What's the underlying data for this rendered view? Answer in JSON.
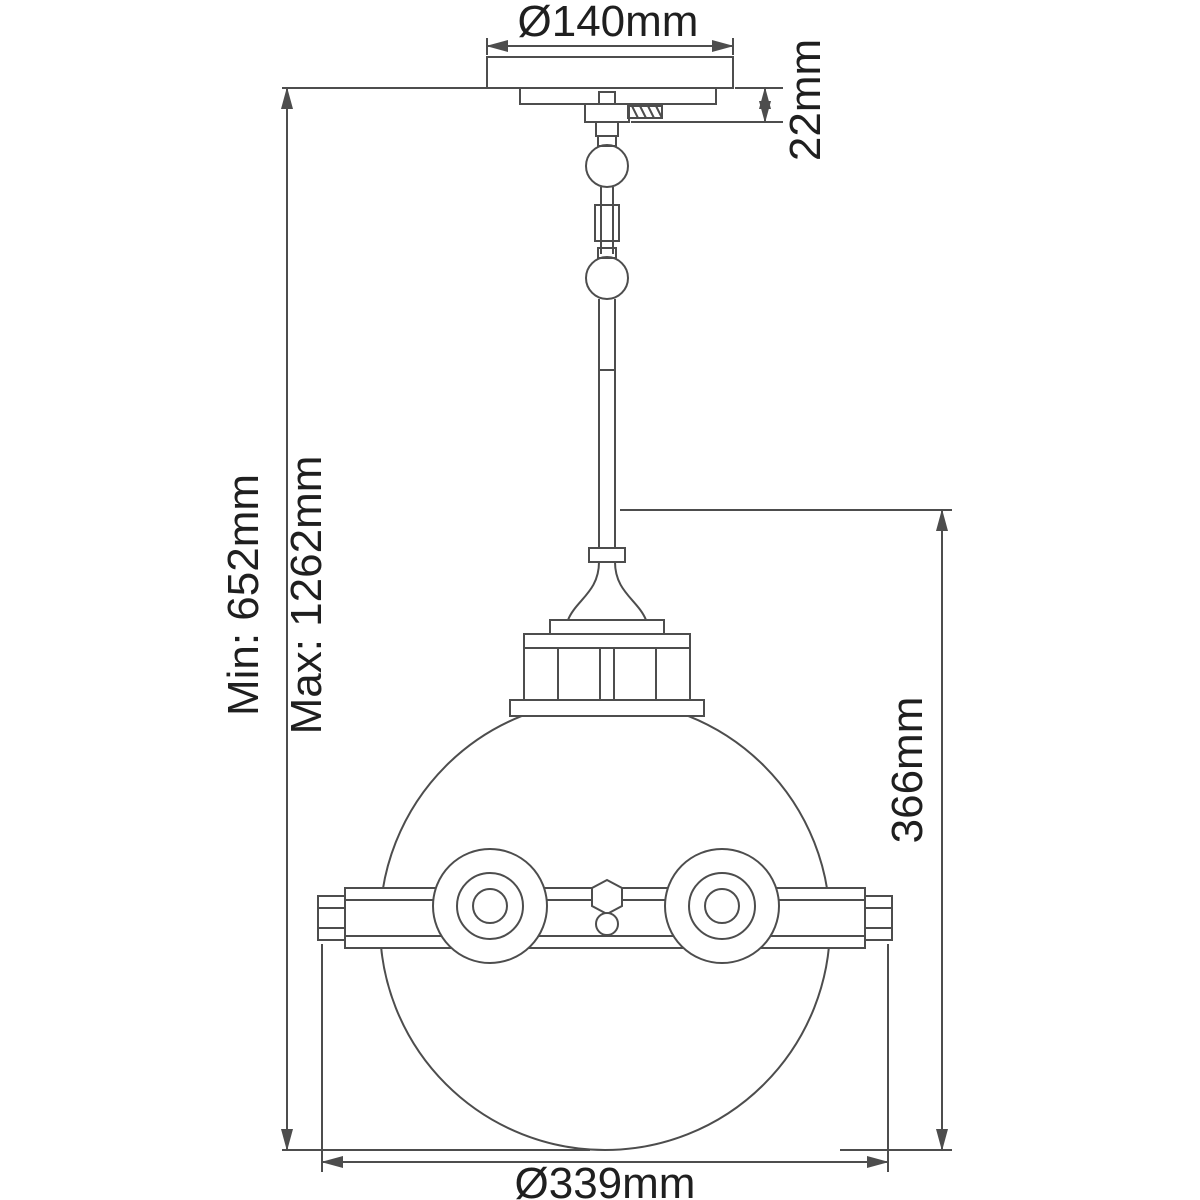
{
  "diagram": {
    "labels": {
      "canopy_diameter": "Ø140mm",
      "canopy_height": "22mm",
      "min_drop": "Min: 652mm",
      "max_drop": "Max: 1262mm",
      "body_height": "366mm",
      "globe_diameter": "Ø339mm"
    },
    "colors": {
      "line": "#4d4d4d",
      "text": "#1f1f1f",
      "background": "#ffffff"
    }
  }
}
